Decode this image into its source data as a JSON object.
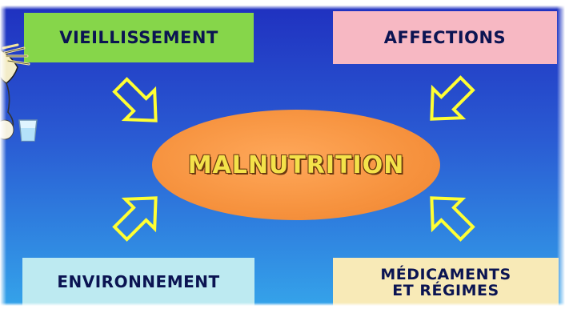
{
  "diagram": {
    "center": "MALNUTRITION",
    "factors": {
      "top_left": "VIEILLISSEMENT",
      "top_right": "AFFECTIONS",
      "bottom_left": "ENVIRONNEMENT",
      "bottom_right": [
        "MÉDICAMENTS",
        "ET RÉGIMES"
      ]
    }
  },
  "colors": {
    "background_top": "#1f2fbf",
    "background_bottom": "#35a4ea",
    "top_left_box": "#86d64a",
    "top_right_box": "#f7b8c3",
    "bottom_left_box": "#bdeaf1",
    "bottom_right_box": "#f8eab7",
    "center_ellipse": "#f6923e",
    "center_text": "#f4e24a",
    "arrow_outline": "#ffff33",
    "label_text": "#0b1452"
  },
  "icons": {
    "cartoon_figure": "cartoon-figure-icon",
    "glass": "water-glass-icon",
    "arrows": "outline-arrow-icon"
  }
}
